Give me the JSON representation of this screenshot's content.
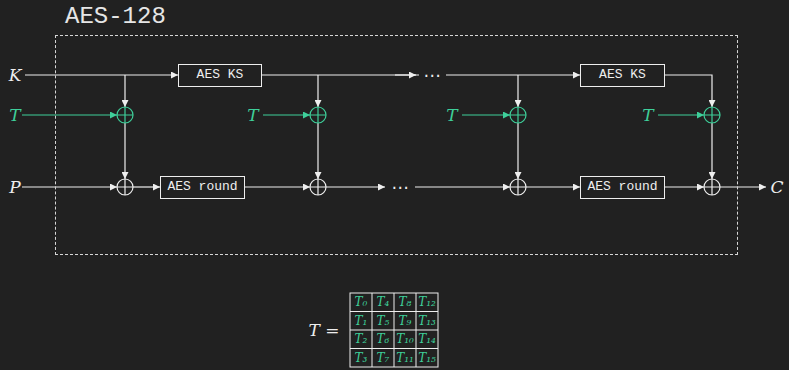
{
  "diagram": {
    "nodes": [
      {
        "text": [
          "AES-128"
        ]
      },
      {
        "text": [
          "AES KS"
        ],
        "in": 0
      },
      {
        "text": [
          "AES KS"
        ],
        "in": 0
      },
      {
        "text": [
          "AES round"
        ],
        "in": 0
      },
      {
        "text": [
          "AES round"
        ],
        "in": 0
      }
    ],
    "edges": [
      {
        "from": 1,
        "to": 2,
        "arrow": "to",
        "label": "⋯"
      }
    ],
    "labels": [
      "K",
      "T",
      "T",
      "T",
      "T",
      "P",
      "⋯",
      "C",
      "T =",
      "T₀",
      "T₄",
      "T₈",
      "T₁₂",
      "T₁",
      "T₅",
      "T₉",
      "T₁₃",
      "T₂",
      "T₆",
      "T₁₀",
      "T₁₄",
      "T₃",
      "T₇",
      "T₁₁",
      "T₁₅"
    ]
  }
}
